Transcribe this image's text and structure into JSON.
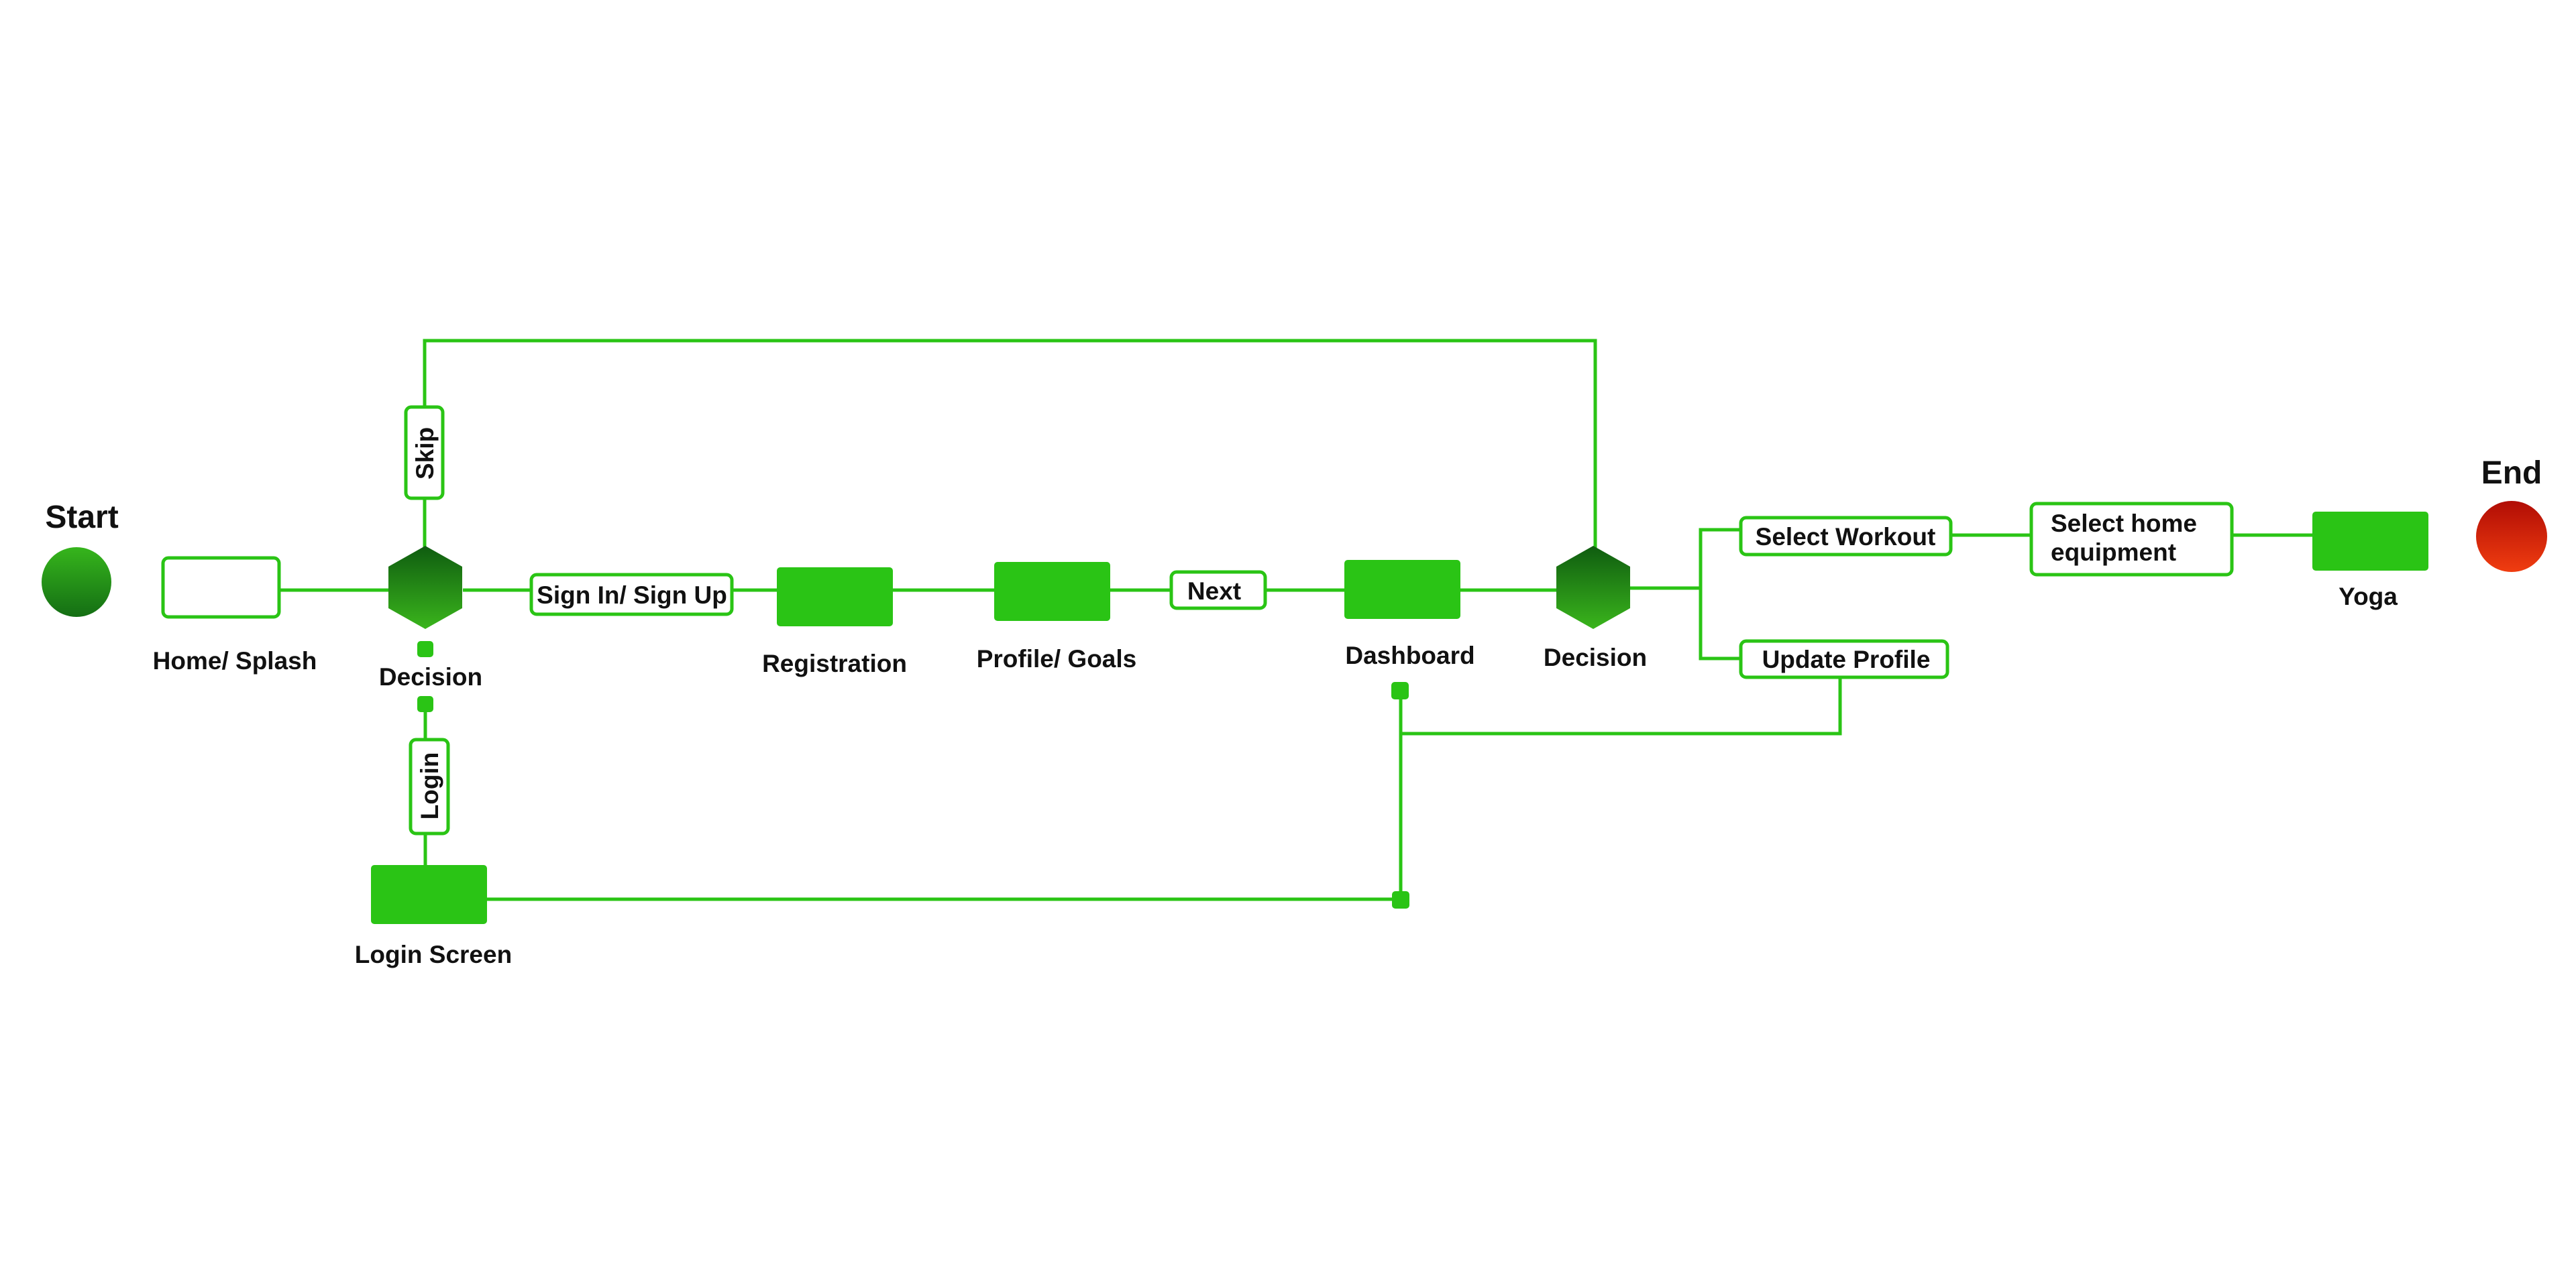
{
  "colors": {
    "line": "#2ac415",
    "node_fill": "#2ac415",
    "start_top": "#36b51c",
    "start_bottom": "#146e14",
    "end_top": "#b10d05",
    "end_bottom": "#f03d10",
    "hex_dark": "#0f5c10",
    "hex_light": "#3ab51c"
  },
  "terminals": {
    "start": "Start",
    "end": "End"
  },
  "nodes": {
    "home": "Home/ Splash",
    "decision1": "Decision",
    "registration": "Registration",
    "profile_goals": "Profile/ Goals",
    "dashboard": "Dashboard",
    "decision2": "Decision",
    "login_screen": "Login Screen",
    "yoga": "Yoga"
  },
  "edge_labels": {
    "skip": "Skip",
    "login": "Login",
    "sign_in_up": "Sign In/ Sign Up",
    "next": "Next",
    "select_workout": "Select Workout",
    "update_profile": "Update Profile",
    "select_home_line1": "Select home",
    "select_home_line2": "equipment"
  }
}
